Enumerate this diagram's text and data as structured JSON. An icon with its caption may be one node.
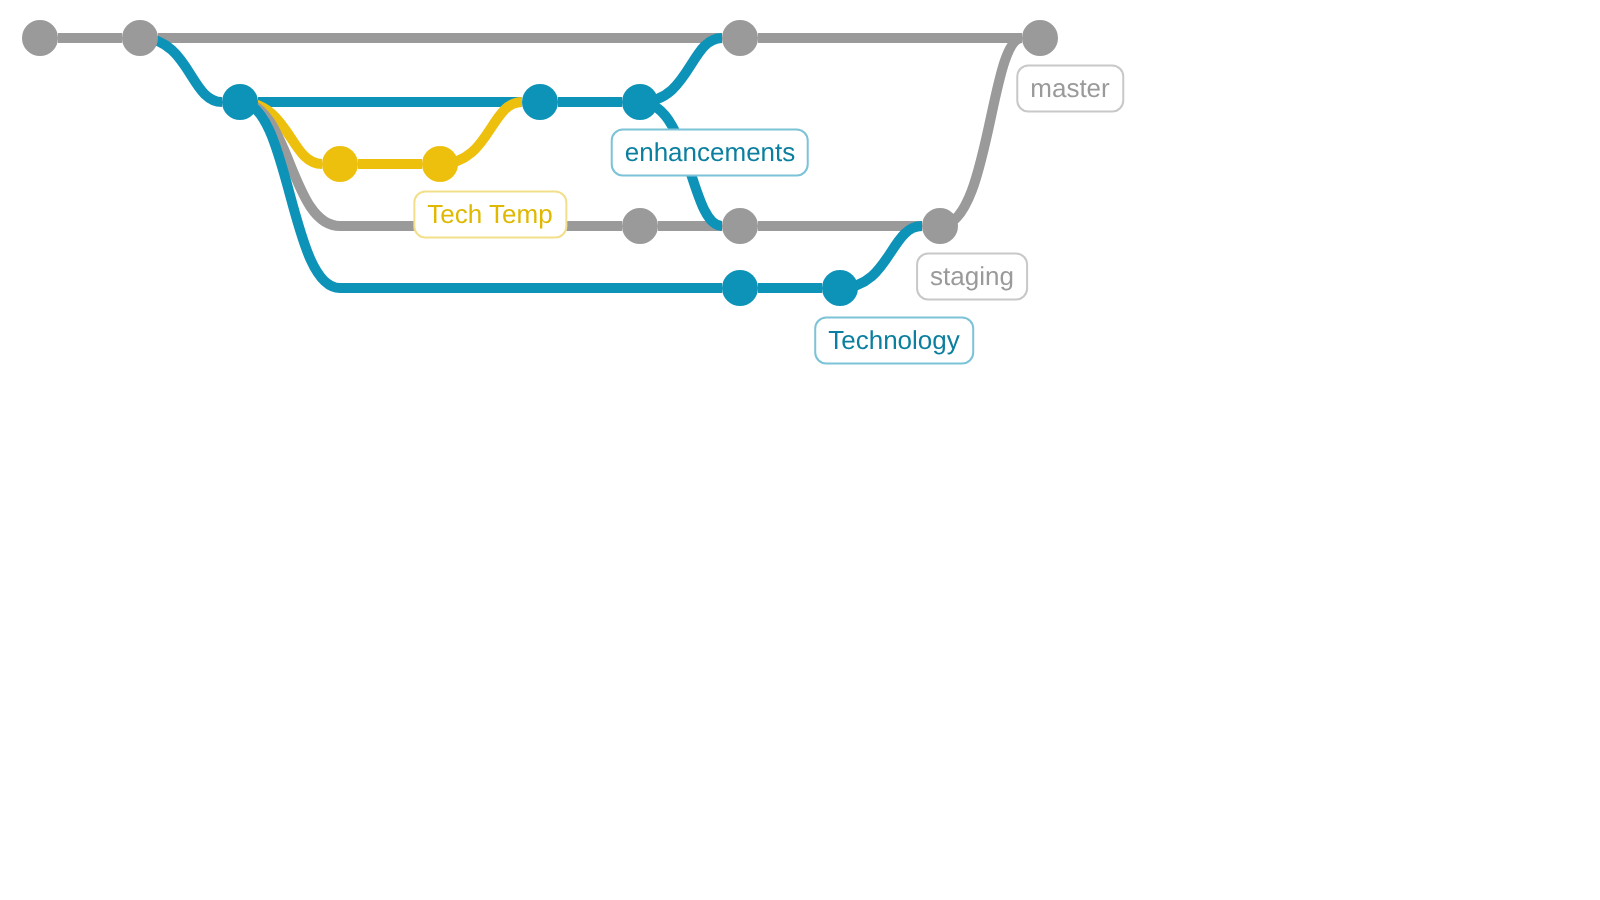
{
  "diagram": {
    "nodes": [
      {
        "text": [],
        "shape": "circle"
      },
      {
        "text": [],
        "shape": "circle"
      },
      {
        "text": [],
        "shape": "circle"
      },
      {
        "text": [],
        "shape": "circle"
      },
      {
        "text": [],
        "shape": "circle",
        "beside": [
          "Tech Temp"
        ]
      },
      {
        "text": [],
        "shape": "circle"
      },
      {
        "text": [],
        "shape": "circle",
        "beside": [
          "enhancements"
        ]
      },
      {
        "text": [],
        "shape": "circle"
      },
      {
        "text": [],
        "shape": "circle",
        "beside": [
          "master"
        ]
      },
      {
        "text": [],
        "shape": "circle"
      },
      {
        "text": [],
        "shape": "circle"
      },
      {
        "text": [],
        "shape": "circle",
        "beside": [
          "staging"
        ]
      },
      {
        "text": [],
        "shape": "circle"
      },
      {
        "text": [],
        "shape": "circle",
        "beside": [
          "Technology"
        ]
      }
    ],
    "edges": [
      {
        "from": 0,
        "to": 1,
        "arrow": "none",
        "color": "#9a9a9a"
      },
      {
        "from": 1,
        "to": 7,
        "arrow": "none",
        "color": "#9a9a9a"
      },
      {
        "from": 7,
        "to": 8,
        "arrow": "none",
        "color": "#9a9a9a"
      },
      {
        "from": 1,
        "to": 2,
        "arrow": "none",
        "color": "#0e93b8"
      },
      {
        "from": 2,
        "to": 5,
        "arrow": "none",
        "color": "#0e93b8"
      },
      {
        "from": 5,
        "to": 6,
        "arrow": "none",
        "color": "#0e93b8"
      },
      {
        "from": 6,
        "to": 7,
        "arrow": "none",
        "color": "#0e93b8"
      },
      {
        "from": 2,
        "to": 3,
        "arrow": "none",
        "color": "#eec00e"
      },
      {
        "from": 3,
        "to": 4,
        "arrow": "none",
        "color": "#eec00e"
      },
      {
        "from": 4,
        "to": 5,
        "arrow": "none",
        "color": "#eec00e"
      },
      {
        "from": 2,
        "to": 9,
        "arrow": "none",
        "color": "#9a9a9a"
      },
      {
        "from": 9,
        "to": 10,
        "arrow": "none",
        "color": "#9a9a9a"
      },
      {
        "from": 6,
        "to": 10,
        "arrow": "none",
        "color": "#0e93b8"
      },
      {
        "from": 10,
        "to": 11,
        "arrow": "none",
        "color": "#9a9a9a"
      },
      {
        "from": 11,
        "to": 8,
        "arrow": "none",
        "color": "#9a9a9a"
      },
      {
        "from": 2,
        "to": 12,
        "arrow": "none",
        "color": "#0e93b8"
      },
      {
        "from": 12,
        "to": 13,
        "arrow": "none",
        "color": "#0e93b8"
      },
      {
        "from": 13,
        "to": 11,
        "arrow": "none",
        "color": "#0e93b8"
      }
    ]
  }
}
